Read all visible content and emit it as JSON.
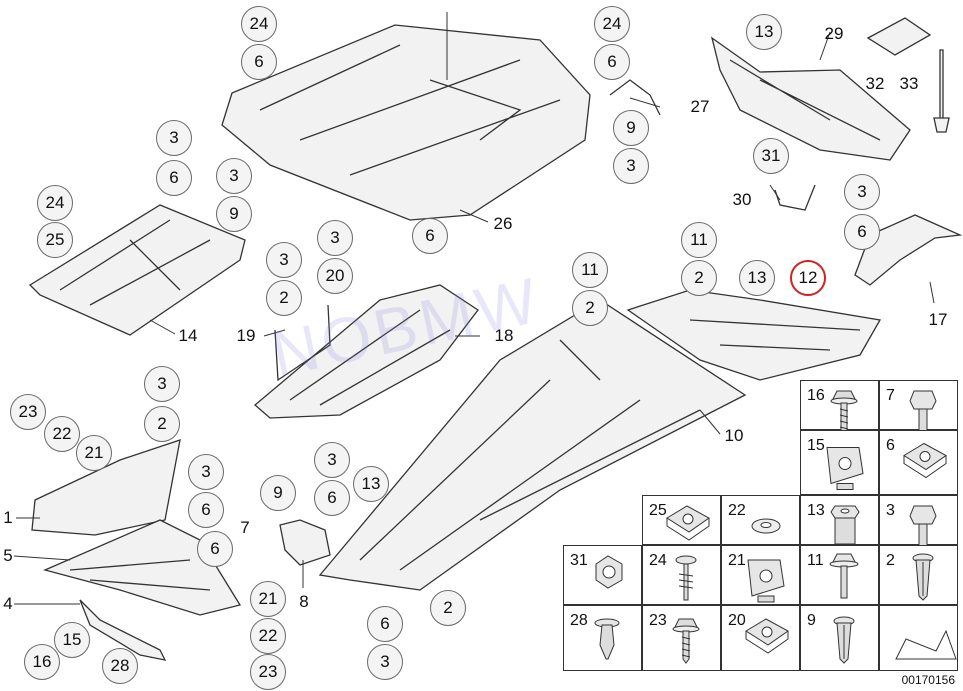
{
  "watermark": "NOBMW",
  "diagram_code": "00170156",
  "callouts": [
    "24",
    "6",
    "24",
    "6",
    "9",
    "3",
    "13",
    "3",
    "6",
    "3",
    "9",
    "24",
    "25",
    "3",
    "2",
    "3",
    "20",
    "6",
    "11",
    "2",
    "11",
    "2",
    "13",
    "12",
    "3",
    "6",
    "31",
    "3",
    "2",
    "23",
    "22",
    "21",
    "3",
    "6",
    "6",
    "3",
    "6",
    "13",
    "9",
    "21",
    "22",
    "23",
    "15",
    "16",
    "28",
    "2",
    "6",
    "3"
  ],
  "highlighted_callout": "12",
  "part_labels": [
    "26",
    "27",
    "29",
    "32",
    "33",
    "30",
    "17",
    "14",
    "19",
    "18",
    "10",
    "1",
    "5",
    "4",
    "7",
    "8"
  ],
  "hardware_cells": [
    {
      "num": "16",
      "icon": "screw-with-washer-icon"
    },
    {
      "num": "7",
      "icon": "hex-bolt-icon"
    },
    {
      "num": "15",
      "icon": "spring-clip-nut-icon"
    },
    {
      "num": "6",
      "icon": "clip-nut-icon"
    },
    {
      "num": "25",
      "icon": "clip-nut-icon"
    },
    {
      "num": "22",
      "icon": "washer-icon"
    },
    {
      "num": "13",
      "icon": "hex-standoff-icon"
    },
    {
      "num": "3",
      "icon": "hex-bolt-icon"
    },
    {
      "num": "31",
      "icon": "hex-nut-icon"
    },
    {
      "num": "24",
      "icon": "screw-with-spring-icon"
    },
    {
      "num": "21",
      "icon": "spring-clip-nut-icon"
    },
    {
      "num": "11",
      "icon": "flange-screw-icon"
    },
    {
      "num": "2",
      "icon": "expansion-rivet-icon"
    },
    {
      "num": "28",
      "icon": "push-rivet-icon"
    },
    {
      "num": "23",
      "icon": "screw-with-washer-icon"
    },
    {
      "num": "20",
      "icon": "clip-nut-icon"
    },
    {
      "num": "9",
      "icon": "expansion-rivet-icon"
    },
    {
      "num": "",
      "icon": "direction-arrow-icon"
    }
  ]
}
